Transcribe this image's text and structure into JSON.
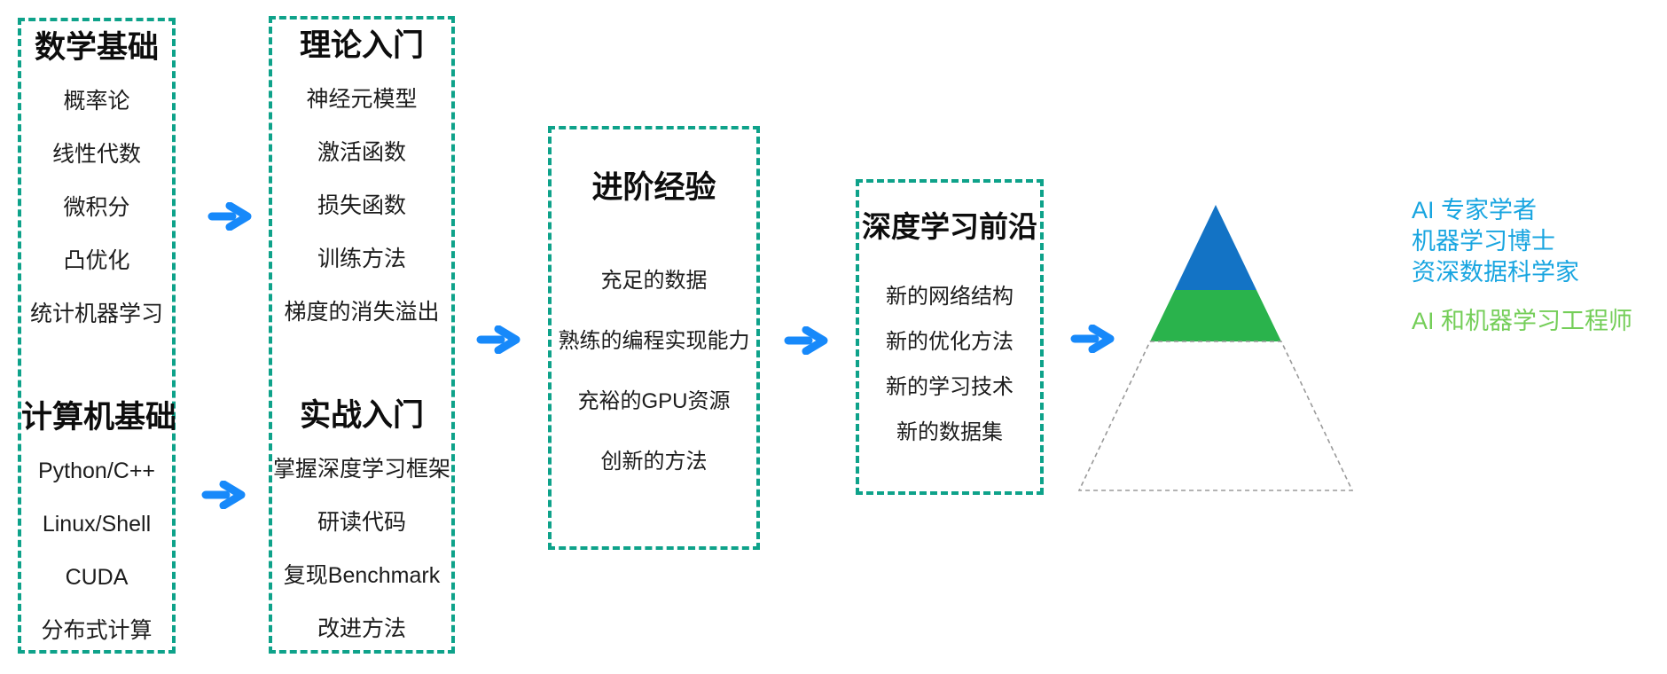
{
  "diagram": {
    "stage1": {
      "sections": [
        {
          "title": "数学基础",
          "items": [
            "概率论",
            "线性代数",
            "微积分",
            "凸优化",
            "统计机器学习"
          ]
        },
        {
          "title": "计算机基础",
          "items": [
            "Python/C++",
            "Linux/Shell",
            "CUDA",
            "分布式计算"
          ]
        }
      ]
    },
    "stage2": {
      "sections": [
        {
          "title": "理论入门",
          "items": [
            "神经元模型",
            "激活函数",
            "损失函数",
            "训练方法",
            "梯度的消失溢出"
          ]
        },
        {
          "title": "实战入门",
          "items": [
            "掌握深度学习框架",
            "研读代码",
            "复现Benchmark",
            "改进方法"
          ]
        }
      ]
    },
    "stage3": {
      "title": "进阶经验",
      "items": [
        "充足的数据",
        "熟练的编程实现能力",
        "充裕的GPU资源",
        "创新的方法"
      ]
    },
    "stage4": {
      "title": "深度学习前沿",
      "items": [
        "新的网络结构",
        "新的优化方法",
        "新的学习技术",
        "新的数据集"
      ]
    },
    "outcomes": {
      "expert_lines": [
        "AI 专家学者",
        "机器学习博士",
        "资深数据科学家"
      ],
      "engineer_line": "AI 和机器学习工程师"
    },
    "colors": {
      "border_teal": "#0ea28a",
      "arrow_blue": "#1789fa",
      "pyramid_blue": "#1373c5",
      "pyramid_green": "#2ab34c",
      "pyramid_dash_gray": "#9a9a9a",
      "expert_text_blue": "#18a5e0",
      "engineer_text_green": "#74ce58"
    }
  }
}
